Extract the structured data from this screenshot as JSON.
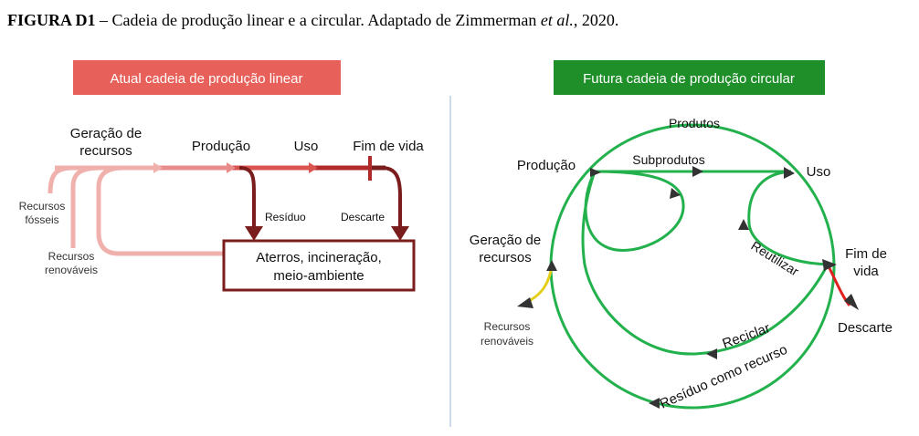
{
  "caption": {
    "label": "FIGURA D1",
    "dash": " – ",
    "text": "Cadeia de produção linear e a circular. Adaptado de Zimmerman ",
    "etal": "et al.",
    "year": ", 2020."
  },
  "linear": {
    "header": "Atual cadeia de produção linear",
    "header_color": "#e8605a",
    "geracao_line1": "Geração de",
    "geracao_line2": "recursos",
    "producao": "Produção",
    "uso": "Uso",
    "fim_de_vida": "Fim de vida",
    "residuo": "Resíduo",
    "descarte": "Descarte",
    "fosseis_line1": "Recursos",
    "fosseis_line2": "fósseis",
    "renovaveis_line1": "Recursos",
    "renovaveis_line2": "renováveis",
    "box_line1": "Aterros, incineração,",
    "box_line2": "meio-ambiente"
  },
  "circular": {
    "header": "Futura cadeia de produção circular",
    "header_color": "#1f8f2a",
    "circle_color": "#22b14c",
    "produtos": "Produtos",
    "subprodutos": "Subprodutos",
    "producao": "Produção",
    "uso": "Uso",
    "geracao_line1": "Geração de",
    "geracao_line2": "recursos",
    "fim_line1": "Fim de",
    "fim_line2": "vida",
    "reutilizar": "Reutilizar",
    "reciclar": "Reciclar",
    "residuo_recurso": "Resíduo como recurso",
    "descarte": "Descarte",
    "renovaveis_line1": "Recursos",
    "renovaveis_line2": "renováveis"
  }
}
